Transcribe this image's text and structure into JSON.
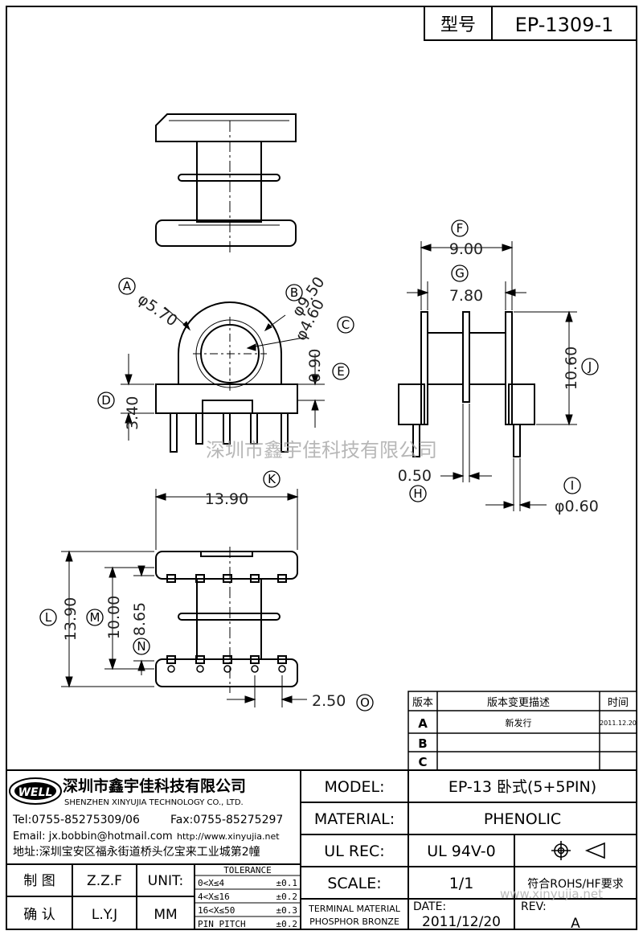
{
  "header": {
    "model_label": "型号",
    "model_value": "EP-1309-1"
  },
  "watermark": "深圳市鑫宇佳科技有限公司",
  "watermark_url": "www.xinyujia.net",
  "dimensions": {
    "A": {
      "letter": "A",
      "value": "φ5.70"
    },
    "B": {
      "letter": "B",
      "value": "φ9.50"
    },
    "C": {
      "letter": "C",
      "value": "φ4.60"
    },
    "D": {
      "letter": "D",
      "value": "3.40"
    },
    "E": {
      "letter": "E",
      "value": "0.90"
    },
    "F": {
      "letter": "F",
      "value": "9.00"
    },
    "G": {
      "letter": "G",
      "value": "7.80"
    },
    "H": {
      "letter": "H",
      "value": "0.50"
    },
    "I": {
      "letter": "I",
      "value": "φ0.60"
    },
    "J": {
      "letter": "J",
      "value": "10.60"
    },
    "K": {
      "letter": "K",
      "value": "13.90"
    },
    "L": {
      "letter": "L",
      "value": "13.90"
    },
    "M": {
      "letter": "M",
      "value": "10.00"
    },
    "N": {
      "letter": "N",
      "value": "8.65"
    },
    "O": {
      "letter": "O",
      "value": "2.50"
    }
  },
  "revision_table": {
    "headers": [
      "版本",
      "版本变更描述",
      "时间"
    ],
    "rows": [
      {
        "version": "A",
        "description": "新发行",
        "time": "2011.12.20"
      },
      {
        "version": "B",
        "description": "",
        "time": ""
      },
      {
        "version": "C",
        "description": "",
        "time": ""
      }
    ]
  },
  "company": {
    "logo_text": "WELL",
    "name_cn": "深圳市鑫宇佳科技有限公司",
    "name_en": "SHENZHEN XINYUJIA TECHNOLOGY CO., LTD.",
    "tel": "Tel:0755-85275309/06",
    "fax": "Fax:0755-85275297",
    "email": "Email: jx.bobbin@hotmail.com",
    "web": "http://www.xinyujia.net",
    "address": "地址:深圳宝安区福永街道桥头亿宝来工业城第2幢"
  },
  "title_block": {
    "model_label": "MODEL:",
    "model_value": "EP-13 卧式(5+5PIN)",
    "material_label": "MATERIAL:",
    "material_value": "PHENOLIC",
    "ulrec_label": "UL REC:",
    "ulrec_value": "UL 94V-0",
    "scale_label": "SCALE:",
    "scale_value": "1/1",
    "rohs": "符合ROHS/HF要求",
    "terminal_1": "TERMINAL MATERIAL",
    "terminal_2": "PHOSPHOR BRONZE",
    "date_label": "DATE:",
    "date_value": "2011/12/20",
    "rev_label": "REV:",
    "rev_value": "A",
    "draw_label": "制  图",
    "draw_value": "Z.Z.F",
    "check_label": "确  认",
    "check_value": "L.Y.J",
    "unit_label": "UNIT:",
    "unit_value": "MM",
    "tolerance_title": "TOLERANCE",
    "tolerance_rows": [
      {
        "range": "0<X≤4",
        "tol": "±0.1"
      },
      {
        "range": "4<X≤16",
        "tol": "±0.2"
      },
      {
        "range": "16<X≤50",
        "tol": "±0.3"
      },
      {
        "range": "PIN PITCH",
        "tol": "±0.2"
      }
    ]
  }
}
